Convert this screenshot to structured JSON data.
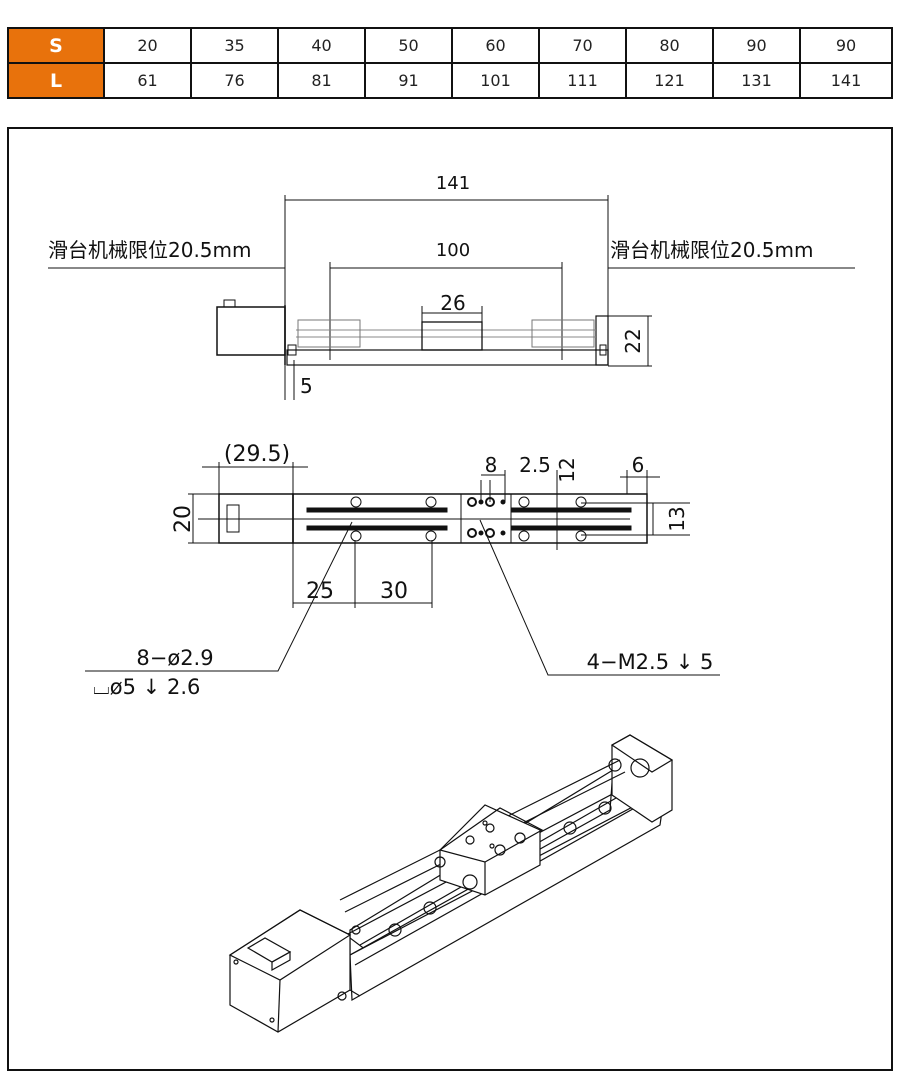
{
  "spec_table": {
    "row_s": {
      "label": "S",
      "values": [
        "20",
        "35",
        "40",
        "50",
        "60",
        "70",
        "80",
        "90",
        "90"
      ]
    },
    "row_l": {
      "label": "L",
      "values": [
        "61",
        "76",
        "81",
        "91",
        "101",
        "111",
        "121",
        "131",
        "141"
      ]
    },
    "header_color": "#e8720c"
  },
  "drawing": {
    "top_view": {
      "overall_length": "141",
      "stroke_length": "100",
      "left_limit_note": "滑台机械限位20.5mm",
      "right_limit_note": "滑台机械限位20.5mm",
      "carriage_length": "26",
      "height": "22",
      "end_offset": "5"
    },
    "plan_view": {
      "motor_length": "(29.5)",
      "width": "20",
      "hole_pitch_x": "8",
      "hole_offset": "2.5",
      "carriage_dim": "12",
      "end_block": "6",
      "hole_pitch_y": "13",
      "first_hole": "25",
      "hole_spacing": "30",
      "mount_hole_note_1": "8−ø2.9",
      "mount_hole_note_2": "⌴ø5 ↓ 2.6",
      "tapped_hole_note": "4−M2.5 ↓ 5"
    }
  }
}
